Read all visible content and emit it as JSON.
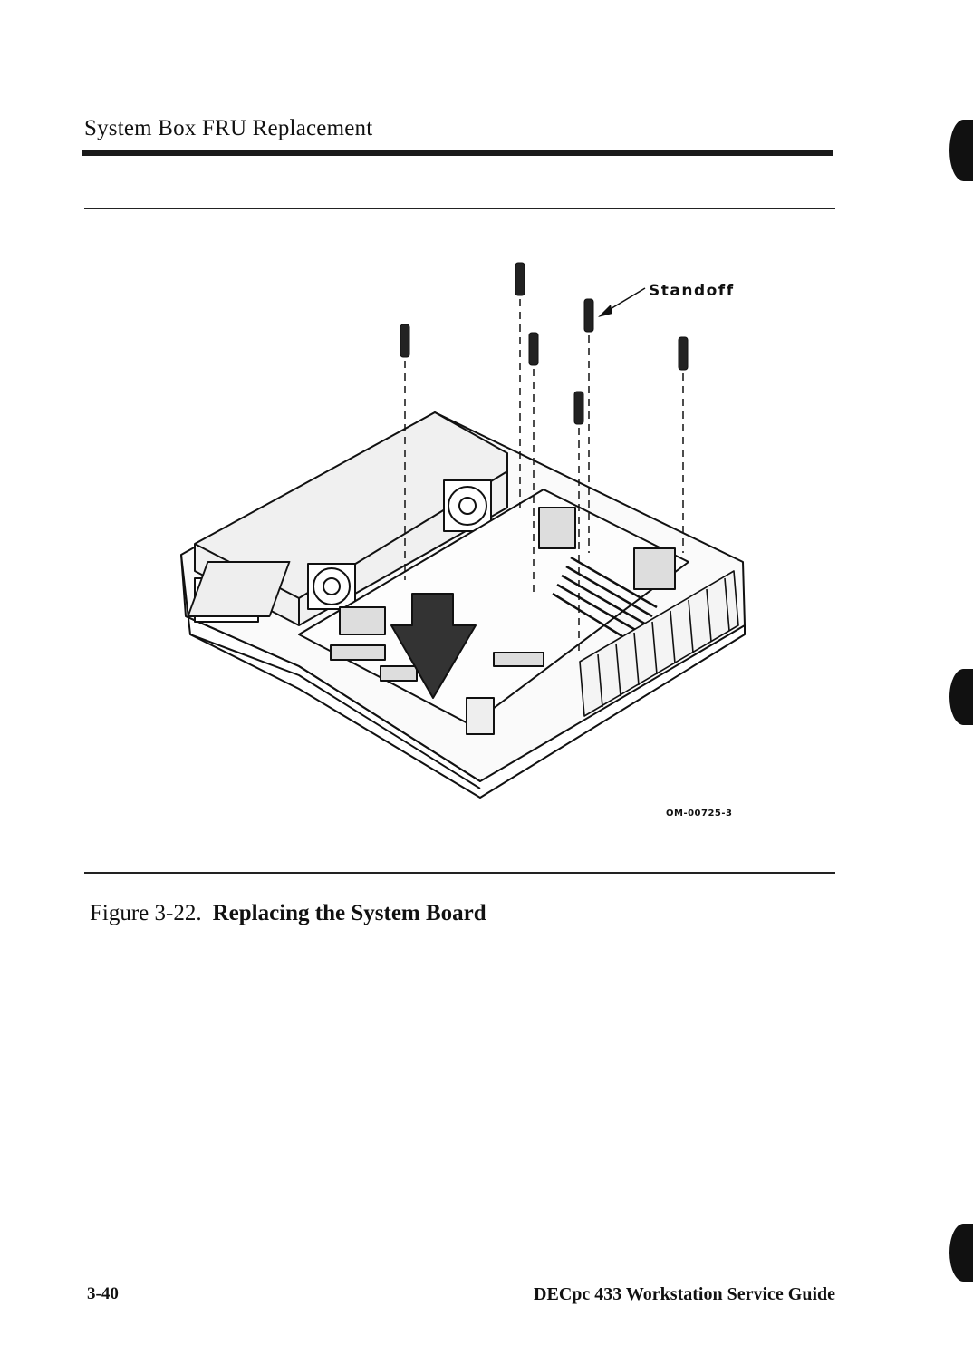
{
  "header": {
    "section_title": "System Box FRU Replacement"
  },
  "figure": {
    "callout": "Standoff",
    "code": "OM-00725-3",
    "caption_number": "Figure 3-22.",
    "caption_title": "Replacing the System Board"
  },
  "footer": {
    "page_number": "3-40",
    "book_title": "DECpc 433 Workstation Service Guide"
  }
}
